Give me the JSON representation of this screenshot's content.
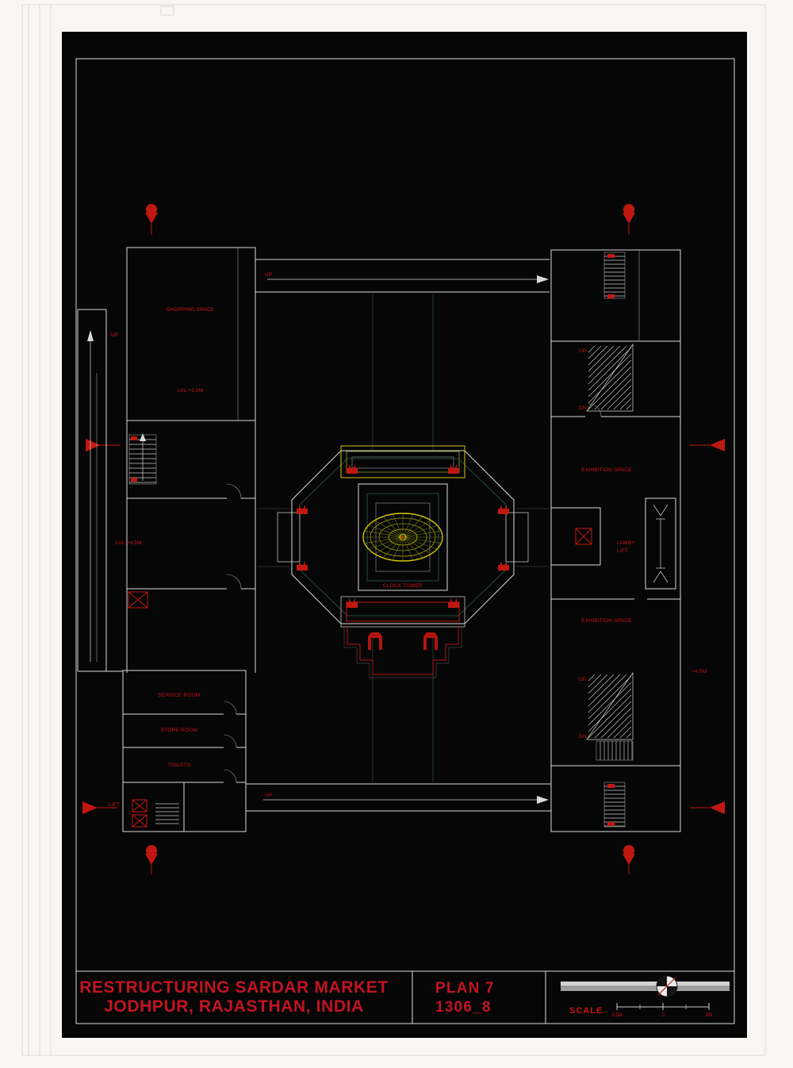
{
  "document": {
    "type": "architectural-floor-plan"
  },
  "title_block": {
    "project_line1": "RESTRUCTURING SARDAR MARKET",
    "project_line2": "JODHPUR, RAJASTHAN, INDIA",
    "plan_label": "PLAN 7",
    "sheet_number": "1306_8",
    "scale_label": "SCALE",
    "scale_tick_left": "2.5M",
    "scale_tick_mid": "0",
    "scale_tick_right": "5M"
  },
  "plan_labels": {
    "shopping_space": "SHOPPING SPACE",
    "shopping_level": "LVL +3.0M",
    "up": "UP",
    "dn": "DN",
    "clock_tower": "CLOCK TOWER",
    "exhibition_space": "EXHIBITION SPACE",
    "lobby": "LOBBY",
    "lift": "LIFT",
    "service_room": "SERVICE ROOM",
    "store_room": "STORE ROOM",
    "toilets": "TOILETS",
    "level_mid": "LVL +4.5M",
    "level_right": "+4.5M"
  },
  "colors": {
    "annotation_red": "#cf1216",
    "title_red": "#c31322",
    "line_white": "#d9d9d9",
    "dome_yellow": "#d6c404",
    "dome_olive": "#8a9c14",
    "plaza_teal": "#2e5d55",
    "scale_bar_gray": "#b4b4b4",
    "sheet_black": "#060606"
  }
}
